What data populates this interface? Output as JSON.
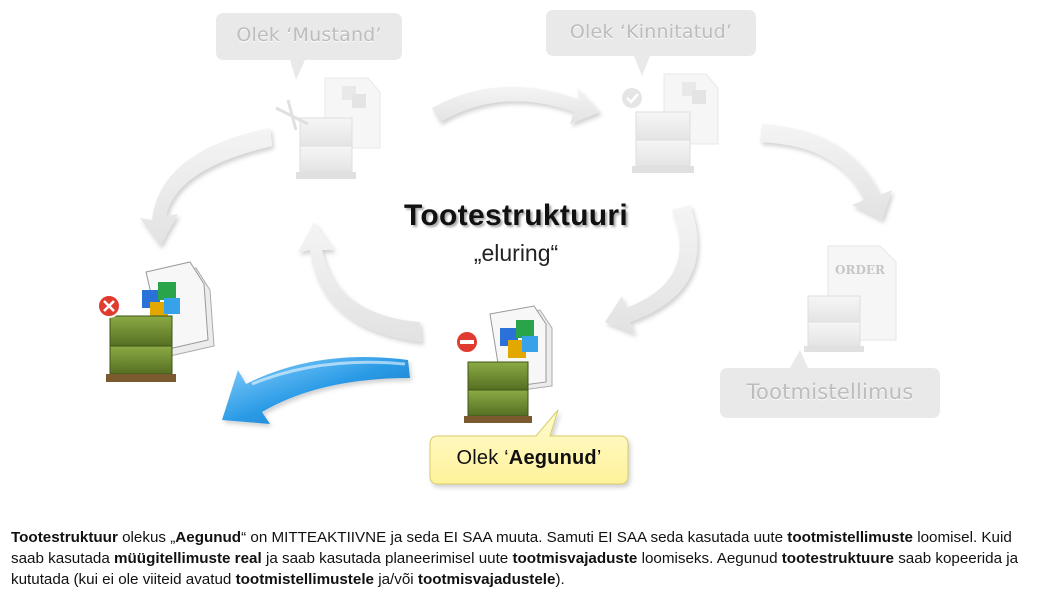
{
  "diagram": {
    "title": "Tootestruktuuri",
    "subtitle": "„eluring“",
    "states": {
      "draft": {
        "label": "Olek ‘Mustand’"
      },
      "confirmed": {
        "label": "Olek ‘Kinnitatud’"
      },
      "production_order": {
        "label": "Tootmistellimus",
        "doc_text": "ORDER"
      },
      "expired": {
        "label_prefix": "Olek ‘",
        "label_bold": "Aegunud",
        "label_suffix": "’"
      }
    },
    "colors": {
      "highlight_callout": "#fff8b0",
      "active_arrow": "#2b9be6",
      "ghost": "#e8e8e8",
      "pallet_box_green": "#6b8b2f",
      "error_red": "#e03b2f"
    }
  },
  "description": {
    "p1": "Tootestruktuur",
    "p2": " olekus „",
    "p3": "Aegunud",
    "p4": "“ on MITTEAKTIIVNE ja seda EI SAA muuta.  Samuti EI SAA seda kasutada uute ",
    "p5": "tootmistellimuste",
    "p6": " loomisel.  Kuid saab kasutada ",
    "p7": "müügitellimuste real",
    "p8": " ja saab kasutada planeerimisel uute ",
    "p9": "tootmisvajaduste",
    "p10": " loomiseks.  Aegunud ",
    "p11": "tootestruktuure",
    "p12": " saab kopeerida ja kututada (kui ei ole viiteid avatud ",
    "p13": "tootmistellimustele",
    "p14": " ja/või ",
    "p15": "tootmisvajadustele",
    "p16": ")."
  }
}
